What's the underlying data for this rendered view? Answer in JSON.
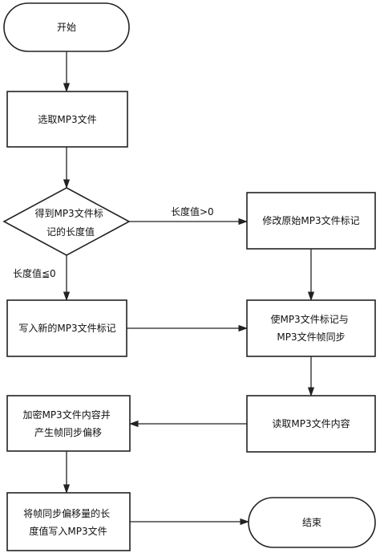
{
  "nodes": {
    "start": {
      "type": "terminal",
      "label": "开始"
    },
    "select": {
      "type": "process",
      "label": "选取MP3文件"
    },
    "decision": {
      "type": "decision",
      "lines": [
        "得到MP3文件标",
        "记的长度值"
      ]
    },
    "modify": {
      "type": "process",
      "label": "修改原始MP3文件标记"
    },
    "write_new": {
      "type": "process",
      "label": "写入新的MP3文件标记"
    },
    "sync": {
      "type": "process",
      "lines": [
        "使MP3文件标记与",
        "MP3文件帧同步"
      ]
    },
    "read": {
      "type": "process",
      "label": "读取MP3文件内容"
    },
    "encrypt": {
      "type": "process",
      "lines": [
        "加密MP3文件内容并",
        "产生帧同步偏移"
      ]
    },
    "write_len": {
      "type": "process",
      "lines": [
        "将帧同步偏移量的长",
        "度值写入MP3文件"
      ]
    },
    "end": {
      "type": "terminal",
      "label": "结束"
    }
  },
  "edges": {
    "gt_zero": "长度值>0",
    "le_zero": "长度值≦0"
  }
}
